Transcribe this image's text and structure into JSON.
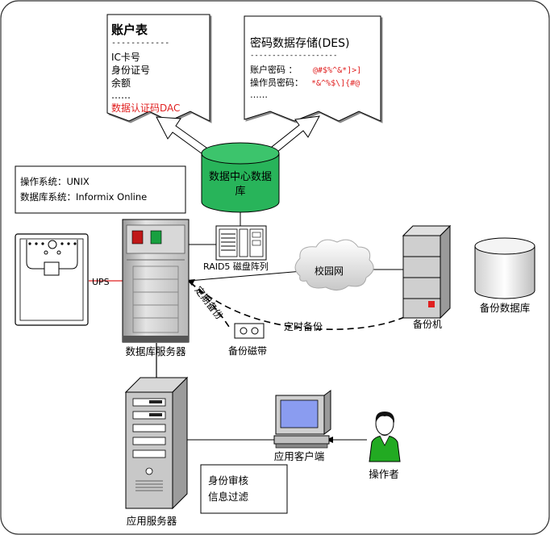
{
  "account_table": {
    "title": "账户表",
    "separator": "------------",
    "fields": [
      "IC卡号",
      "身份证号",
      "余额",
      "……"
    ],
    "highlight_field": "数据认证码DAC"
  },
  "password_store": {
    "title": "密码数据存储(DES)",
    "separator": "--------------------",
    "rows": [
      {
        "label": "账户密码  ：",
        "value": "@#$%^&*]>]"
      },
      {
        "label": "操作员密码：",
        "value": "*&^%$\\]{#@"
      }
    ],
    "ellipsis": "……"
  },
  "central_db": {
    "line1": "数据中心数据",
    "line2": "库"
  },
  "os_info": {
    "os_line": "操作系统：UNIX",
    "db_line": "数据库系统：Informix Online"
  },
  "labels": {
    "ups": "UPS",
    "raid": "RAID5 磁盘阵列",
    "campus_net": "校园网",
    "backup_db": "备份数据库",
    "scheduled_backup_left": "定期备份",
    "scheduled_backup_right": "定时备份",
    "backup_machine": "备份机",
    "backup_tape": "备份磁带",
    "db_server": "数据库服务器",
    "app_client": "应用客户端",
    "operator": "操作者",
    "app_server": "应用服务器"
  },
  "app_functions": {
    "line1": "身份审核",
    "line2": "信息过滤"
  },
  "colors": {
    "highlight": "#e02020",
    "db_green": "#28b45a",
    "ups_line": "#e02020",
    "monitor_screen": "#8a9cf0",
    "person": "#22aa22"
  }
}
